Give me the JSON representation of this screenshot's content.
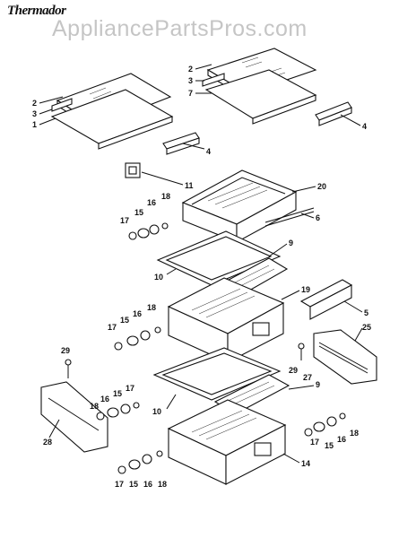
{
  "brand": {
    "name": "Thermador"
  },
  "watermark": {
    "text": "AppliancePartsPros.com"
  },
  "callouts": [
    {
      "id": "c1",
      "label": "1"
    },
    {
      "id": "c2a",
      "label": "2"
    },
    {
      "id": "c3a",
      "label": "3"
    },
    {
      "id": "c4a",
      "label": "4"
    },
    {
      "id": "c2b",
      "label": "2"
    },
    {
      "id": "c3b",
      "label": "3"
    },
    {
      "id": "c7",
      "label": "7"
    },
    {
      "id": "c4b",
      "label": "4"
    },
    {
      "id": "c11",
      "label": "11"
    },
    {
      "id": "c20",
      "label": "20"
    },
    {
      "id": "c6",
      "label": "6"
    },
    {
      "id": "c18a",
      "label": "18"
    },
    {
      "id": "c16a",
      "label": "16"
    },
    {
      "id": "c15a",
      "label": "15"
    },
    {
      "id": "c17a",
      "label": "17"
    },
    {
      "id": "c9a",
      "label": "9"
    },
    {
      "id": "c10a",
      "label": "10"
    },
    {
      "id": "c19",
      "label": "19"
    },
    {
      "id": "c5",
      "label": "5"
    },
    {
      "id": "c18b",
      "label": "18"
    },
    {
      "id": "c16b",
      "label": "16"
    },
    {
      "id": "c15b",
      "label": "15"
    },
    {
      "id": "c17b",
      "label": "17"
    },
    {
      "id": "c25",
      "label": "25"
    },
    {
      "id": "c29a",
      "label": "29"
    },
    {
      "id": "c29b",
      "label": "29"
    },
    {
      "id": "c27",
      "label": "27"
    },
    {
      "id": "c9b",
      "label": "9"
    },
    {
      "id": "c17c",
      "label": "17"
    },
    {
      "id": "c15c",
      "label": "15"
    },
    {
      "id": "c16c",
      "label": "16"
    },
    {
      "id": "c18c",
      "label": "18"
    },
    {
      "id": "c10b",
      "label": "10"
    },
    {
      "id": "c28",
      "label": "28"
    },
    {
      "id": "c14",
      "label": "14"
    },
    {
      "id": "c17d",
      "label": "17"
    },
    {
      "id": "c15d",
      "label": "15"
    },
    {
      "id": "c16d",
      "label": "16"
    },
    {
      "id": "c18d",
      "label": "18"
    },
    {
      "id": "c17e",
      "label": "17"
    },
    {
      "id": "c15e",
      "label": "15"
    },
    {
      "id": "c16e",
      "label": "16"
    },
    {
      "id": "c18e",
      "label": "18"
    }
  ]
}
